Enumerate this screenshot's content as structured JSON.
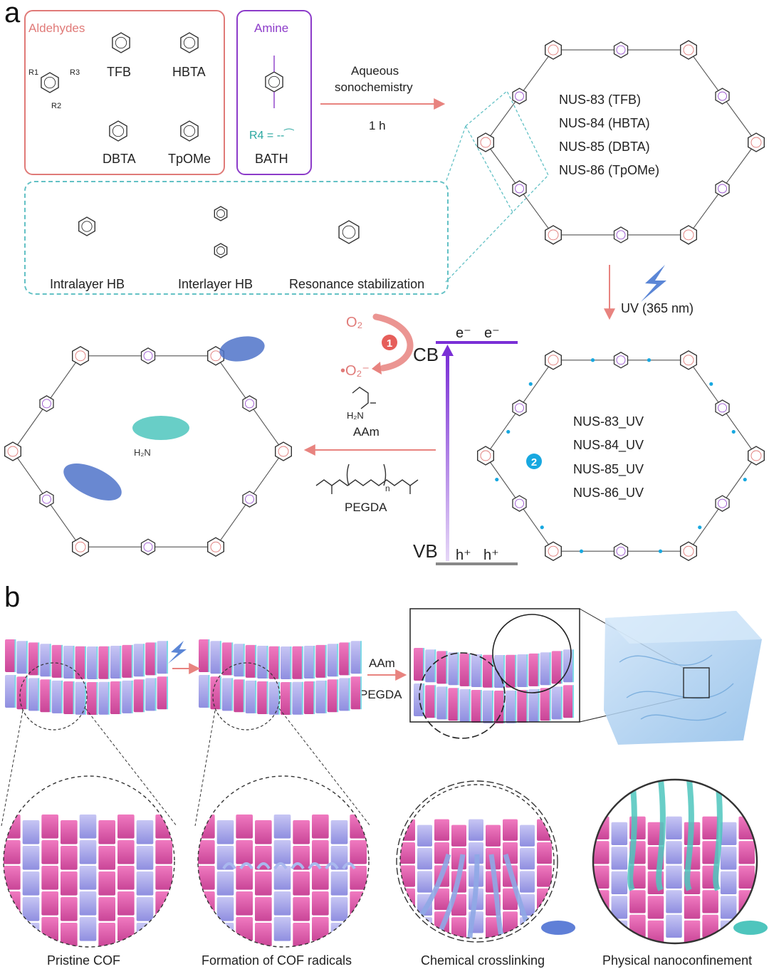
{
  "panel_a": {
    "letter": "a",
    "aldehydes": {
      "title": "Aldehydes",
      "generic_substituents": {
        "r1": "R1",
        "r2": "R2",
        "r3": "R3"
      },
      "compounds": [
        "TFB",
        "HBTA",
        "DBTA",
        "TpOMe"
      ]
    },
    "amine": {
      "title": "Amine",
      "compound": "BATH",
      "r4_definition": "R4 = --⁀",
      "substituent": "R4"
    },
    "reaction_1": {
      "line1": "Aqueous",
      "line2": "sonochemistry",
      "time": "1 h"
    },
    "cof_labels": [
      "NUS-83 (TFB)",
      "NUS-84 (HBTA)",
      "NUS-85 (DBTA)",
      "NUS-86 (TpOMe)"
    ],
    "hb_types": [
      "Intralayer HB",
      "Interlayer HB",
      "Resonance stabilization"
    ],
    "uv_label": "UV (365 nm)",
    "band": {
      "cb": "CB",
      "vb": "VB",
      "electrons": [
        "e⁻",
        "e⁻"
      ],
      "holes": [
        "h⁺",
        "h⁺"
      ],
      "oxygen": "O₂",
      "superoxide": "•O₂⁻",
      "step1": "1",
      "step2": "2"
    },
    "uv_cof_labels": [
      "NUS-83_UV",
      "NUS-84_UV",
      "NUS-85_UV",
      "NUS-86_UV"
    ],
    "monomers": {
      "aam": "AAm",
      "pegda": "PEGDA",
      "nh2": "H₂N",
      "n": "n"
    },
    "colors": {
      "aldehyde": "#e07a78",
      "amine": "#8c3bc9",
      "hb_box": "#63c1c5",
      "arrow": "#e8837f",
      "cb_bar": "#7a2fd6",
      "vb_bar": "#888888",
      "radical": "#18a8e0",
      "polymer_blue": "#4f73c9",
      "polymer_teal": "#4ec5bd"
    }
  },
  "panel_b": {
    "letter": "b",
    "arrow_labels": {
      "aam": "AAm",
      "pegda": "PEGDA"
    },
    "captions": [
      "Pristine  COF",
      "Formation of  COF radicals",
      "Chemical crosslinking",
      "Physical nanoconfinement"
    ],
    "colors": {
      "pink": "#e05aa8",
      "lilac": "#a7a6ea",
      "cyan": "#7ed8e6",
      "gel": "#9cc9ee"
    }
  }
}
